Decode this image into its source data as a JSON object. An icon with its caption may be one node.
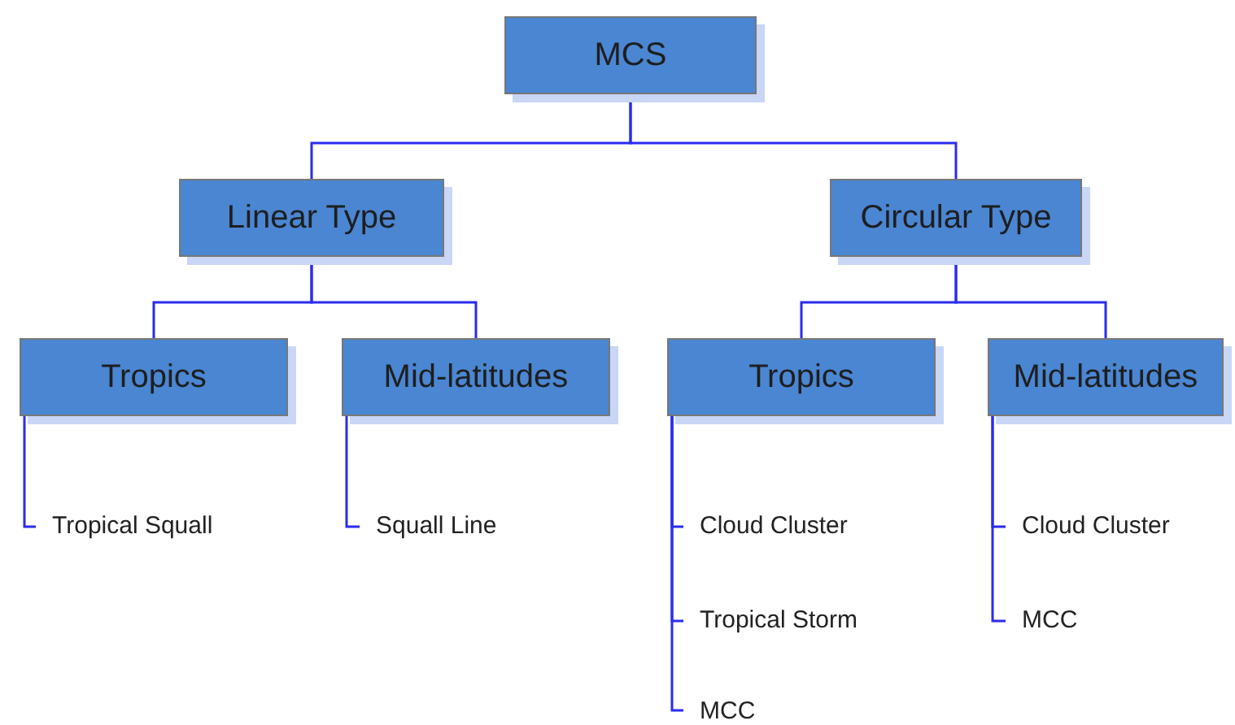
{
  "diagram": {
    "nodes": [
      {
        "text": [
          "MCS"
        ]
      },
      {
        "text": [
          "Linear Type"
        ]
      },
      {
        "text": [
          "Circular Type"
        ]
      },
      {
        "text": [
          "Tropics"
        ]
      },
      {
        "text": [
          "Mid-latitudes"
        ]
      },
      {
        "text": [
          "Tropics"
        ]
      },
      {
        "text": [
          "Mid-latitudes"
        ]
      },
      {
        "text": [
          "Tropical Squall"
        ]
      },
      {
        "text": [
          "Squall Line"
        ]
      },
      {
        "text": [
          "Cloud Cluster"
        ]
      },
      {
        "text": [
          "Tropical Storm"
        ]
      },
      {
        "text": [
          "MCC"
        ]
      },
      {
        "text": [
          "Cloud Cluster"
        ]
      },
      {
        "text": [
          "MCC"
        ]
      }
    ],
    "edges": [
      {
        "from": 0,
        "to": 1,
        "arrow": "none"
      },
      {
        "from": 0,
        "to": 2,
        "arrow": "none"
      },
      {
        "from": 1,
        "to": 3,
        "arrow": "none"
      },
      {
        "from": 1,
        "to": 4,
        "arrow": "none"
      },
      {
        "from": 2,
        "to": 5,
        "arrow": "none"
      },
      {
        "from": 2,
        "to": 6,
        "arrow": "none"
      },
      {
        "from": 3,
        "to": 7,
        "arrow": "none"
      },
      {
        "from": 4,
        "to": 8,
        "arrow": "none"
      },
      {
        "from": 5,
        "to": 9,
        "arrow": "none"
      },
      {
        "from": 5,
        "to": 10,
        "arrow": "none"
      },
      {
        "from": 5,
        "to": 11,
        "arrow": "none"
      },
      {
        "from": 6,
        "to": 12,
        "arrow": "none"
      },
      {
        "from": 6,
        "to": 13,
        "arrow": "none"
      }
    ]
  }
}
